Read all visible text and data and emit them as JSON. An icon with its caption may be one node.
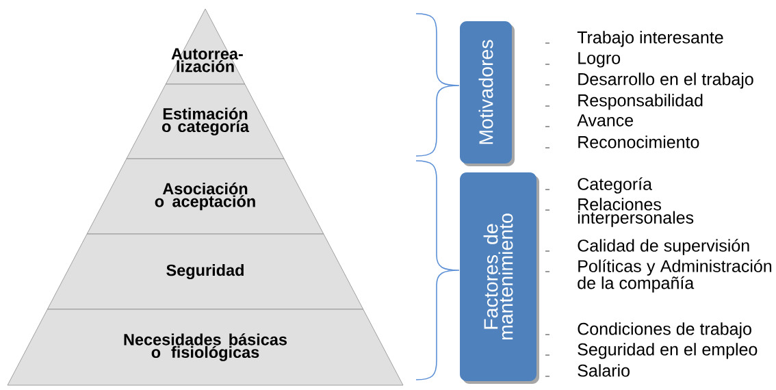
{
  "diagram": {
    "nodes": [
      {
        "text": [
          "Autorrea-lización"
        ]
      },
      {
        "text": [
          "Estimación o categoría"
        ]
      },
      {
        "text": [
          "Asociación o aceptación"
        ]
      },
      {
        "text": [
          "Seguridad"
        ]
      },
      {
        "text": [
          "Necesidades básicas o fisiológicas"
        ]
      },
      {
        "text": [
          "Motivadores"
        ]
      },
      {
        "text": [
          "Factores de mantenimiento"
        ]
      }
    ],
    "labels": [
      "Trabajo interesante",
      "Logro",
      "Desarrollo en el trabajo",
      "Responsabilidad",
      "Avance",
      "Reconocimiento",
      "Categoría",
      "Relaciones interpersonales",
      "Calidad de supervisión",
      "Políticas y Administración de la compañía",
      "Condiciones de trabajo",
      "Seguridad en el empleo",
      "Salario"
    ]
  }
}
